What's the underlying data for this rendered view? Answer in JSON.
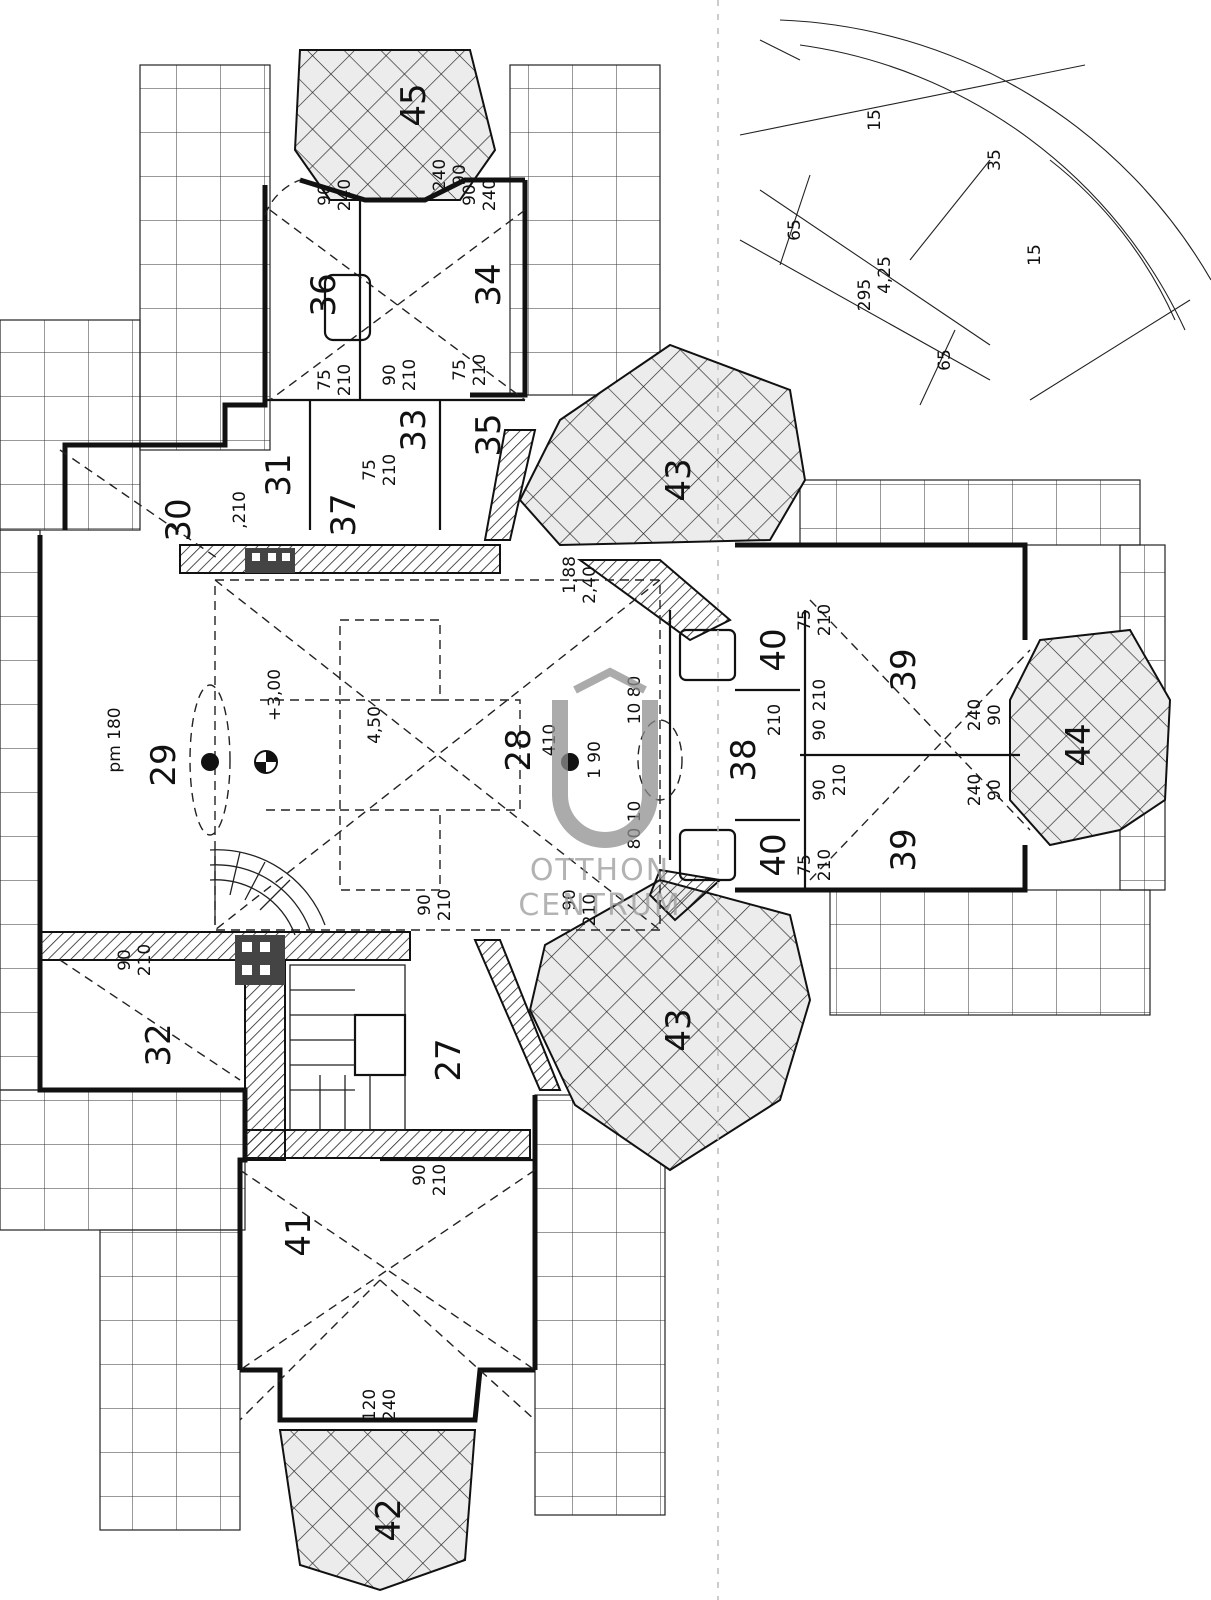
{
  "watermark": {
    "line1": "OTTHON",
    "line2": "CENTRUM",
    "color": "#9a9a9a"
  },
  "rooms": {
    "r29": "29",
    "r28": "28",
    "r27": "27",
    "r32": "32",
    "r41": "41",
    "r42": "42",
    "r43a": "43",
    "r43b": "43",
    "r44": "44",
    "r45": "45",
    "r34": "34",
    "r35": "35",
    "r36": "36",
    "r33": "33",
    "r31": "31",
    "r37": "37",
    "r38": "38",
    "r39a": "39",
    "r39b": "39",
    "r40a": "40",
    "r40b": "40",
    "r30": "30"
  },
  "labels": {
    "pm": "pm 180",
    "d450": "4,50",
    "d300": "+3,00",
    "d410": "410",
    "d1080": "10 80",
    "d190": "1 90",
    "d8010": "80 10",
    "d188": "1,88",
    "d240a": "2,40",
    "d90_210a": "90",
    "d210a": "210",
    "d90_210b": "90",
    "d210b": "210",
    "d90_210c": "90",
    "d210c": "210",
    "d90_210d": "90",
    "d210d": "210",
    "d120": "120",
    "d240b": "240",
    "d75a": "75",
    "d210e": "210",
    "d90e": "90",
    "d210f": "210",
    "d75b": "75",
    "d210g": "210",
    "d75c": "75",
    "d210h": "210",
    "d210i": ",210",
    "d90g": "90",
    "d240c": "240",
    "d90h": "90",
    "d240d": "240",
    "d75d": "75",
    "d210j": "210",
    "d75e": "75",
    "d210k": "210",
    "d90i": "90",
    "d240e": "240",
    "d90j": "90",
    "d240f": "240",
    "d210l": "210",
    "d90k": "90",
    "d210m": "210",
    "d90l": "90",
    "d210n": "210",
    "d90m": "90",
    "d240g": "240"
  },
  "dimensions": {
    "d15a": "15",
    "d35": "35",
    "d15b": "15",
    "d65a": "65",
    "d425": "4,25",
    "d295": "295",
    "d65b": "65"
  }
}
